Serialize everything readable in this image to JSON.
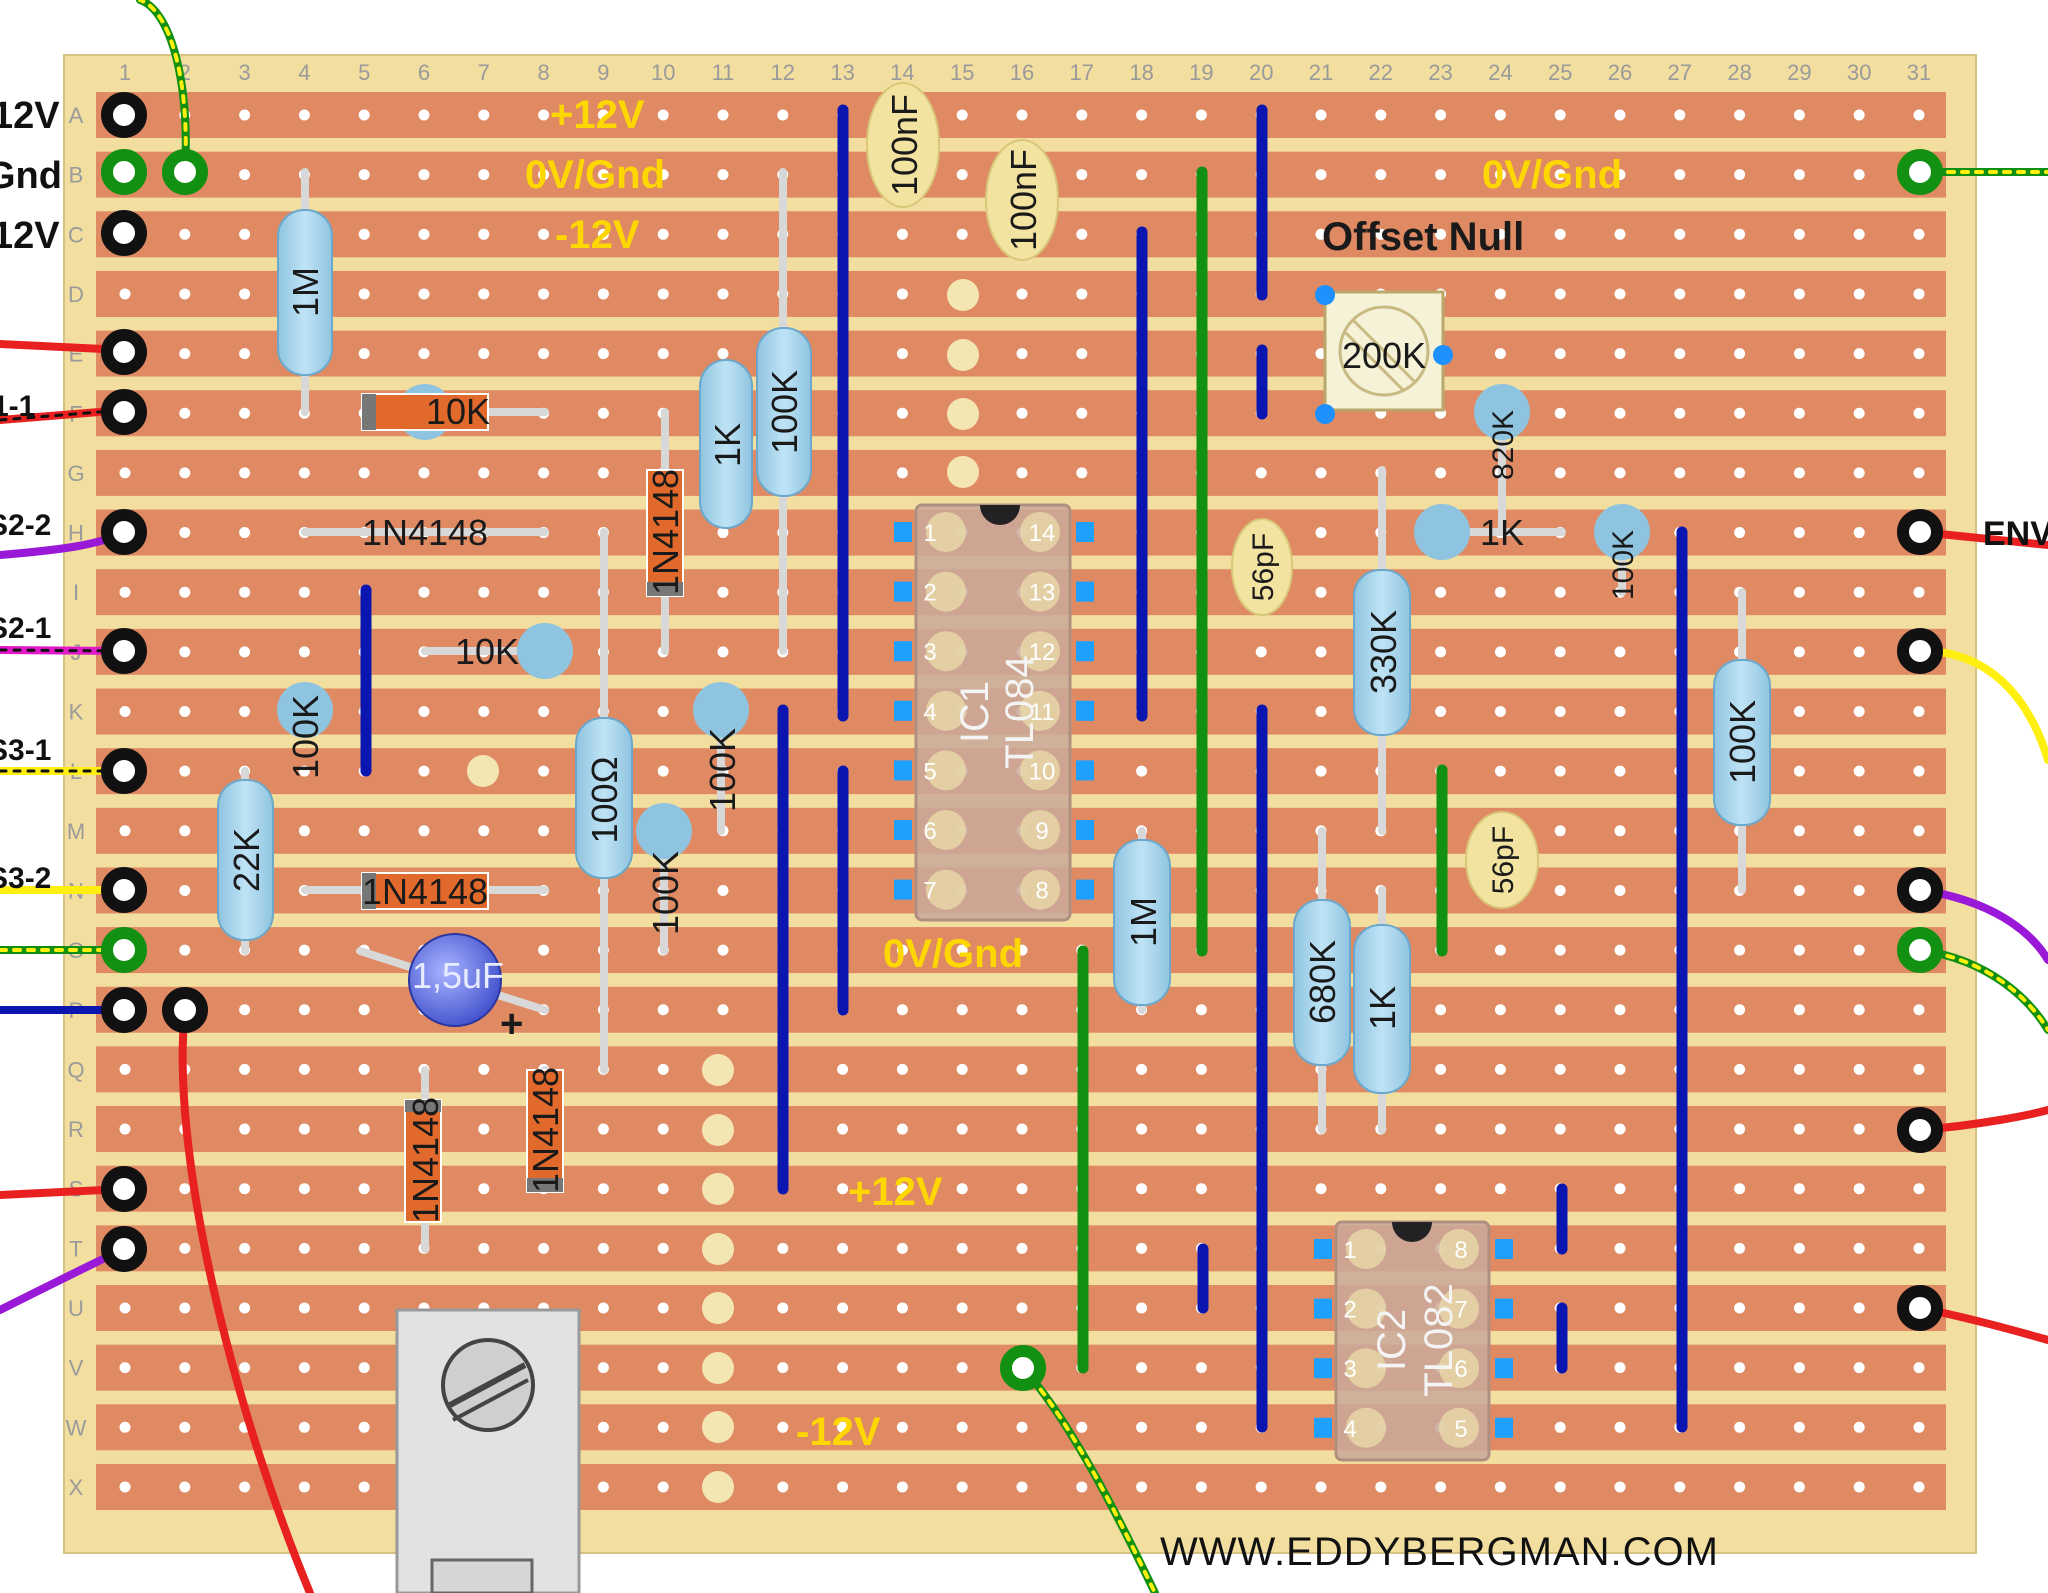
{
  "board": {
    "column_labels": [
      "1",
      "2",
      "3",
      "4",
      "5",
      "6",
      "7",
      "8",
      "9",
      "10",
      "11",
      "12",
      "13",
      "14",
      "15",
      "16",
      "17",
      "18",
      "19",
      "20",
      "21",
      "22",
      "23",
      "24",
      "25",
      "26",
      "27",
      "28",
      "29",
      "30",
      "31"
    ],
    "row_labels": [
      "A",
      "B",
      "C",
      "D",
      "E",
      "F",
      "G",
      "H",
      "I",
      "J",
      "K",
      "L",
      "M",
      "N",
      "O",
      "P",
      "Q",
      "R",
      "S",
      "T",
      "U",
      "V",
      "W",
      "X"
    ],
    "colors": {
      "board": "#f2dfa0",
      "strip": "#e08a64",
      "wire_blue": "#0b16b0",
      "wire_green": "#119011",
      "wire_red": "#e82020",
      "wire_purple": "#9a18d8",
      "wire_magenta": "#e018c8",
      "wire_yellow": "#ffef10"
    }
  },
  "rail_labels": {
    "top_plus": "+12V",
    "top_gnd": "0V/Gnd",
    "top_right_gnd": "0V/Gnd",
    "top_minus": "-12V",
    "mid_gnd": "0V/Gnd",
    "bottom_plus": "+12V",
    "bottom_minus": "-12V"
  },
  "offset_null": "Offset Null",
  "edge_labels": {
    "left": [
      "12V",
      "Gnd",
      "12V",
      "1-1",
      "S2-2",
      "S2-1",
      "S3-1",
      "S3-2"
    ],
    "right": [
      "ENV"
    ]
  },
  "components": {
    "r_1m_a": "1M",
    "r_10k_a": "10K",
    "d_1n4148_a": "1N4148",
    "r_1k_a": "1K",
    "r_100k_a": "100K",
    "d_1n4148_b": "1N4148",
    "r_10k_b": "10K",
    "r_100k_b": "100K",
    "r_22k": "22K",
    "d_1n4148_c": "1N4148",
    "r_100_ohm": "100Ω",
    "r_100k_c": "100K",
    "r_100k_d": "100K",
    "c_1_5uf": "1,5uF",
    "c_polarity": "+",
    "d_1n4148_d": "1N4148",
    "d_1n4148_e": "1N4148",
    "c_100nf_a": "100nF",
    "c_100nf_b": "100nF",
    "c_56pf_a": "56pF",
    "c_56pf_b": "56pF",
    "pot_200k": "200K",
    "r_820k": "820K",
    "r_1k_b": "1K",
    "r_100k_e": "100K",
    "r_330k": "330K",
    "r_100k_f": "100K",
    "r_1m_b": "1M",
    "r_680k": "680K",
    "r_1k_c": "1K"
  },
  "ic1": {
    "ref": "IC1",
    "part": "TL084",
    "pins_left": [
      "1",
      "2",
      "3",
      "4",
      "5",
      "6",
      "7"
    ],
    "pins_right": [
      "14",
      "13",
      "12",
      "11",
      "10",
      "9",
      "8"
    ]
  },
  "ic2": {
    "ref": "IC2",
    "part": "TL082",
    "pins_left": [
      "1",
      "2",
      "3",
      "4"
    ],
    "pins_right": [
      "8",
      "7",
      "6",
      "5"
    ]
  },
  "website": "WWW.EDDYBERGMAN.COM"
}
